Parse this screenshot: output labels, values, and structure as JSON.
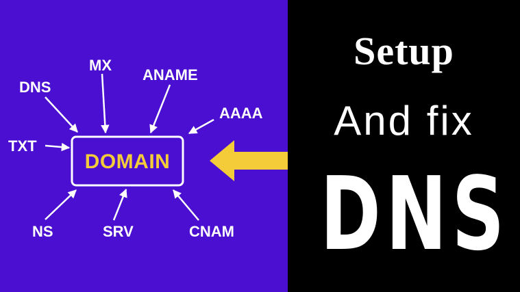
{
  "diagram": {
    "center_label": "DOMAIN",
    "records": {
      "dns": "DNS",
      "mx": "MX",
      "aname": "ANAME",
      "aaaa": "AAAA",
      "txt": "TXT",
      "ns": "NS",
      "srv": "SRV",
      "cnam": "CNAM"
    }
  },
  "title": {
    "line1": "Setup",
    "line2": "And fix",
    "line3": "DNS"
  },
  "colors": {
    "left_background": "#4a0fd0",
    "right_background": "#000000",
    "accent_yellow": "#f4cc3a",
    "text": "#ffffff"
  }
}
